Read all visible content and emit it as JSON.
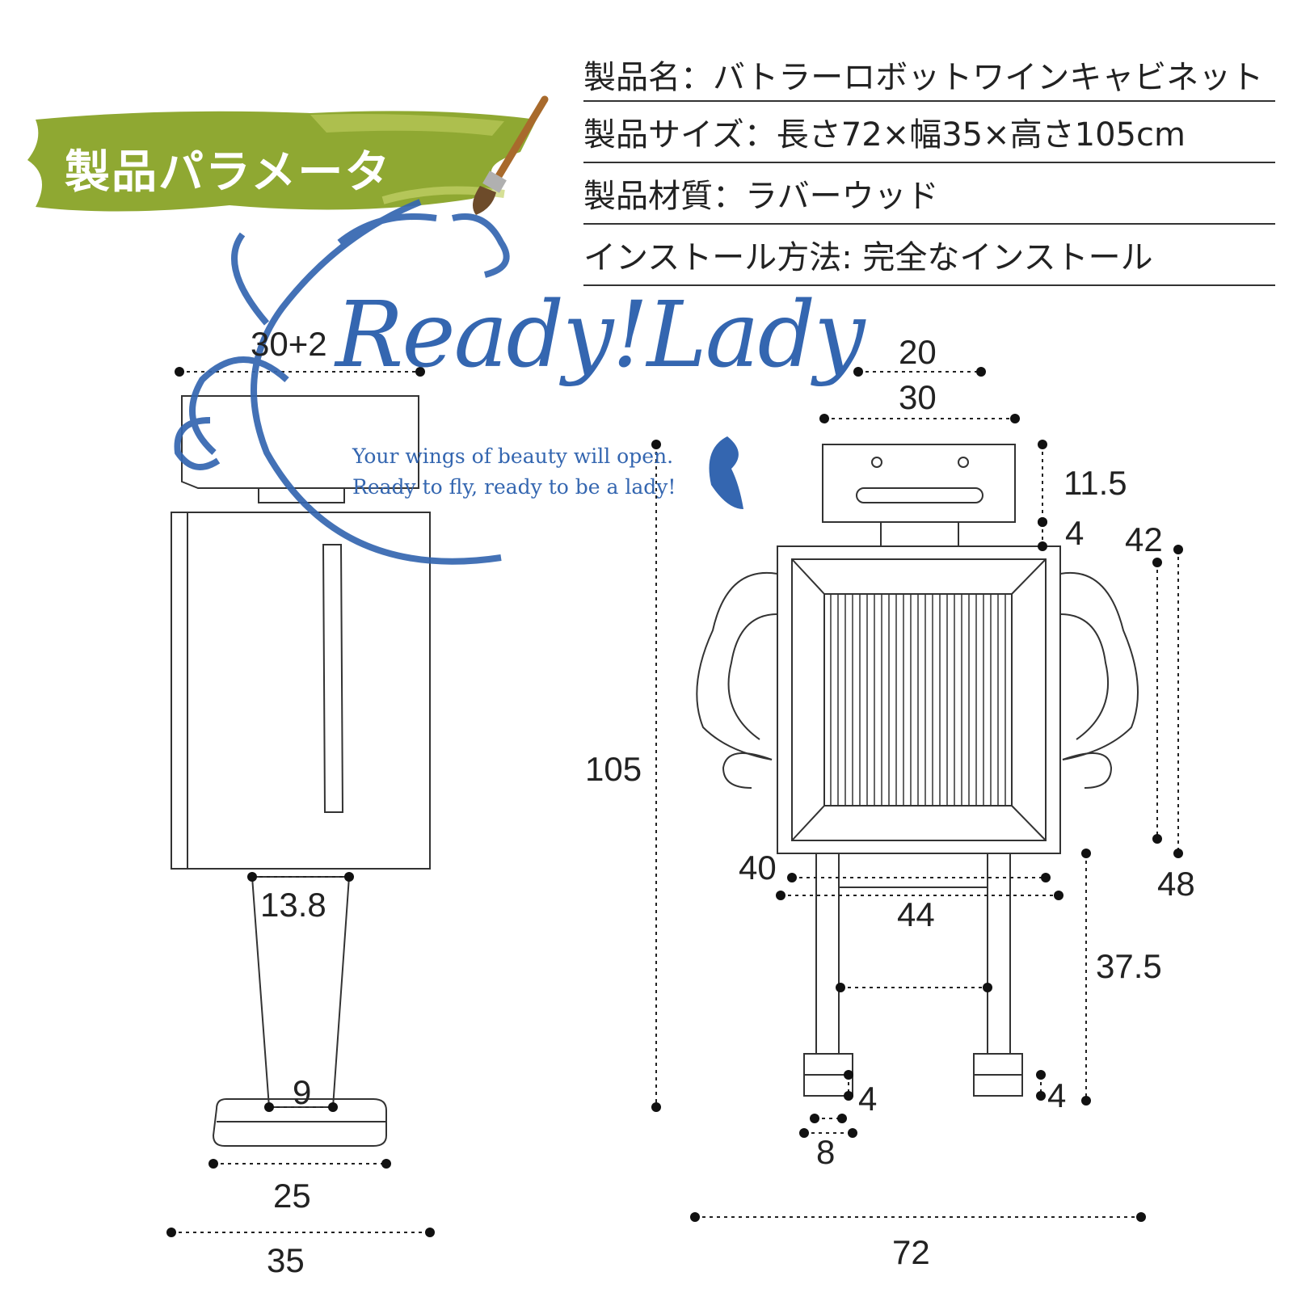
{
  "banner": {
    "title": "製品パラメータ"
  },
  "specs": [
    {
      "text": "製品名：バトラーロボットワインキャビネット"
    },
    {
      "text": "製品サイズ：長さ72×幅35×高さ105cm"
    },
    {
      "text": "製品材質：ラバーウッド"
    },
    {
      "text": "インストール方法: 完全なインストール"
    }
  ],
  "watermark": {
    "brand": "Ready!Lady",
    "line1": "Your wings of beauty will open.",
    "line2": "Ready to fly, ready to be a lady!"
  },
  "colors": {
    "banner_green": "#8fa832",
    "watermark_blue": "#3466b0",
    "line": "#333333"
  },
  "dimensions": {
    "side_top": "30+2",
    "side_leg_top": "13.8",
    "side_leg_bottom": "9",
    "side_base": "25",
    "side_depth": "35",
    "front_head_inner": "20",
    "front_head_outer": "30",
    "front_head_height": "11.5",
    "front_neck": "4",
    "front_body_inner": "42",
    "front_body_outer": "48",
    "front_total_height": "105",
    "front_leg_span_inner": "40",
    "front_leg_span_outer": "44",
    "front_leg_height": "37.5",
    "front_foot_left": "4",
    "front_foot_right": "4",
    "front_foot_width": "8",
    "front_total_width": "72"
  }
}
